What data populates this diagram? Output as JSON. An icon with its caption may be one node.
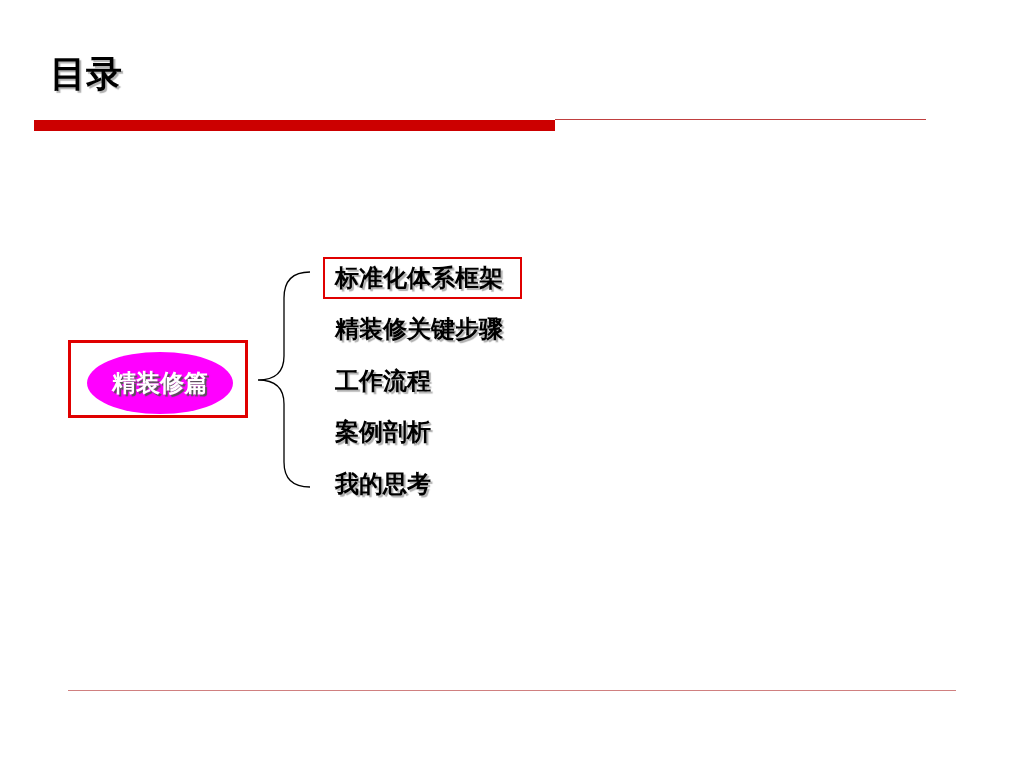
{
  "diagram": {
    "title": "目录",
    "nodes": [
      {
        "text": [],
        "shape": "box"
      },
      {
        "text": [
          "精装修篇"
        ],
        "in": 0
      },
      {
        "text": [
          "标准化体系框架"
        ]
      }
    ],
    "labels": [
      "精装修关键步骤",
      "工作流程",
      "案例剖析",
      "我的思考"
    ]
  }
}
